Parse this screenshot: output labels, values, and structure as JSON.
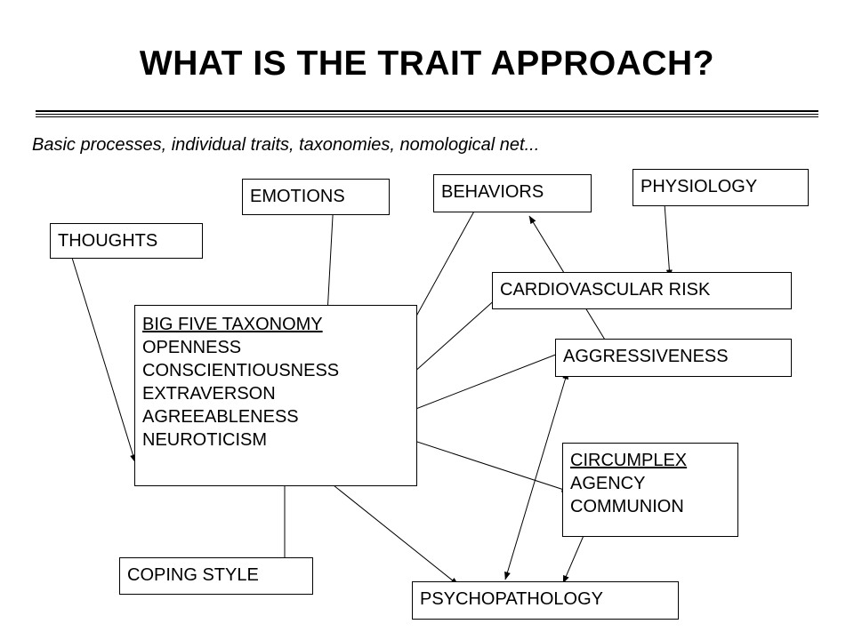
{
  "slide": {
    "title": "WHAT IS THE TRAIT APPROACH?",
    "subtitle": "Basic processes, individual traits, taxonomies, nomological net..."
  },
  "nodes": {
    "thoughts": {
      "label": "THOUGHTS"
    },
    "emotions": {
      "label": "EMOTIONS"
    },
    "behaviors": {
      "label": "BEHAVIORS"
    },
    "physiology": {
      "label": "PHYSIOLOGY"
    },
    "cardiovascular_risk": {
      "label": "CARDIOVASCULAR RISK"
    },
    "aggressiveness": {
      "label": "AGGRESSIVENESS"
    },
    "big_five": {
      "heading": "BIG FIVE TAXONOMY",
      "items": [
        "OPENNESS",
        "CONSCIENTIOUSNESS",
        "EXTRAVERSON",
        "AGREEABLENESS",
        "NEUROTICISM"
      ]
    },
    "circumplex": {
      "heading": "CIRCUMPLEX",
      "items": [
        "AGENCY",
        "COMMUNION"
      ]
    },
    "coping_style": {
      "label": "COPING STYLE"
    },
    "psychopathology": {
      "label": "PSYCHOPATHOLOGY"
    }
  },
  "colors": {
    "line": "#000000",
    "background": "#ffffff"
  }
}
